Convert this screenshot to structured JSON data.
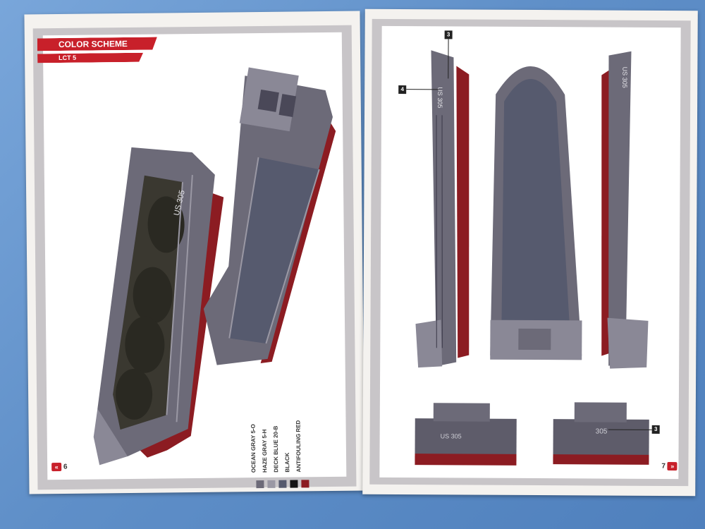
{
  "left_page": {
    "heading": "COLOR SCHEME",
    "subheading": "LCT 5",
    "page_number": "6",
    "nav_icon": "double-chevron-left-icon",
    "hull_marking": "US 305"
  },
  "right_page": {
    "page_number": "7",
    "nav_icon": "double-chevron-right-icon",
    "hull_marking": "US 305",
    "stern_marking": "305",
    "callouts": [
      "3",
      "4",
      "3"
    ]
  },
  "legend": [
    {
      "label": "OCEAN GRAY 5-O",
      "color": "#6c6a78"
    },
    {
      "label": "HAZE GRAY 5-H",
      "color": "#9a98a4"
    },
    {
      "label": "DECK BLUE 20-B",
      "color": "#565a6e"
    },
    {
      "label": "BLACK",
      "color": "#151515"
    },
    {
      "label": "ANTIFOULING RED",
      "color": "#8c1c22"
    }
  ]
}
